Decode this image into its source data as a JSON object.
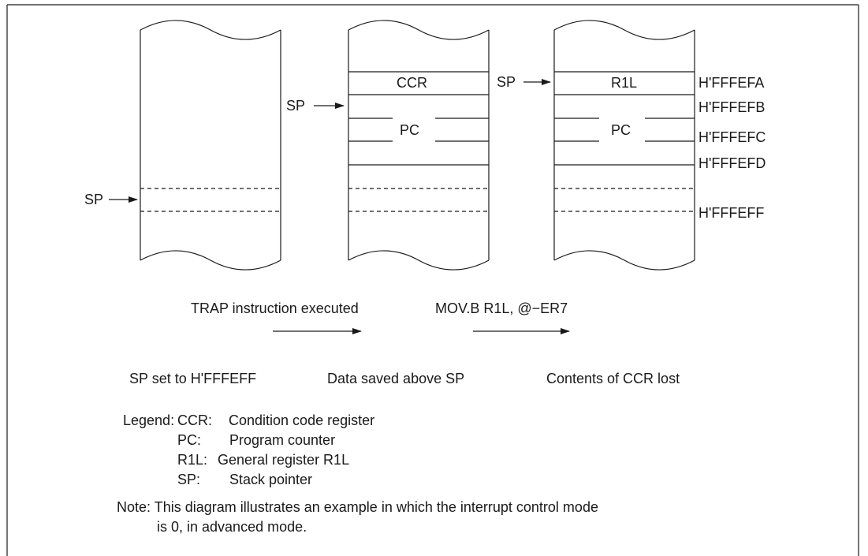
{
  "stack_cells": {
    "ccr": "CCR",
    "pc": "PC",
    "r1l": "R1L"
  },
  "pointer_label": "SP",
  "addresses": [
    "H'FFFEFA",
    "H'FFFEFB",
    "H'FFFEFC",
    "H'FFFEFD",
    "H'FFFEFF"
  ],
  "transitions": {
    "first": "TRAP instruction executed",
    "second": "MOV.B R1L, @−ER7"
  },
  "captions": {
    "first": "SP set to H'FFFEFF",
    "second": "Data saved above SP",
    "third": "Contents of CCR lost"
  },
  "legend": {
    "heading": "Legend:",
    "items": [
      {
        "term": "CCR:",
        "desc": "Condition code register"
      },
      {
        "term": "PC:",
        "desc": "Program counter"
      },
      {
        "term": "R1L:",
        "desc": "General register R1L"
      },
      {
        "term": "SP:",
        "desc": "Stack pointer"
      }
    ]
  },
  "note": {
    "line1": "Note: This diagram illustrates an example in which the interrupt control mode",
    "line2": "is 0, in advanced mode."
  }
}
